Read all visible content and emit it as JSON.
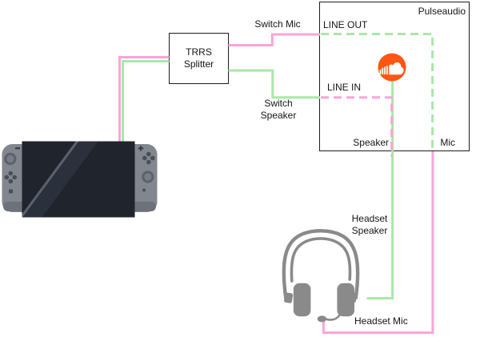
{
  "labels": {
    "switch_mic": "Switch Mic",
    "switch_speaker": "Switch\nSpeaker",
    "trrs_splitter": "TRRS\nSplitter",
    "headset_speaker": "Headset\nSpeaker",
    "headset_mic": "Headset Mic"
  },
  "pulseaudio": {
    "title": "Pulseaudio",
    "line_out_label": "LINE OUT",
    "line_in_label": "LINE IN",
    "speaker_label": "Speaker",
    "mic_label": "Mic"
  },
  "colors": {
    "mic_path_pink": "#f8a5d8",
    "speaker_path_green": "#a8e8a8",
    "soundcloud_orange": "#ff5512",
    "device_gray": "#8a8a8a",
    "joycon_gray": "#82868e",
    "screen_dark": "#20242c",
    "box_border": "#1d1d1d"
  },
  "icons": {
    "soundcloud": "soundcloud-icon"
  }
}
